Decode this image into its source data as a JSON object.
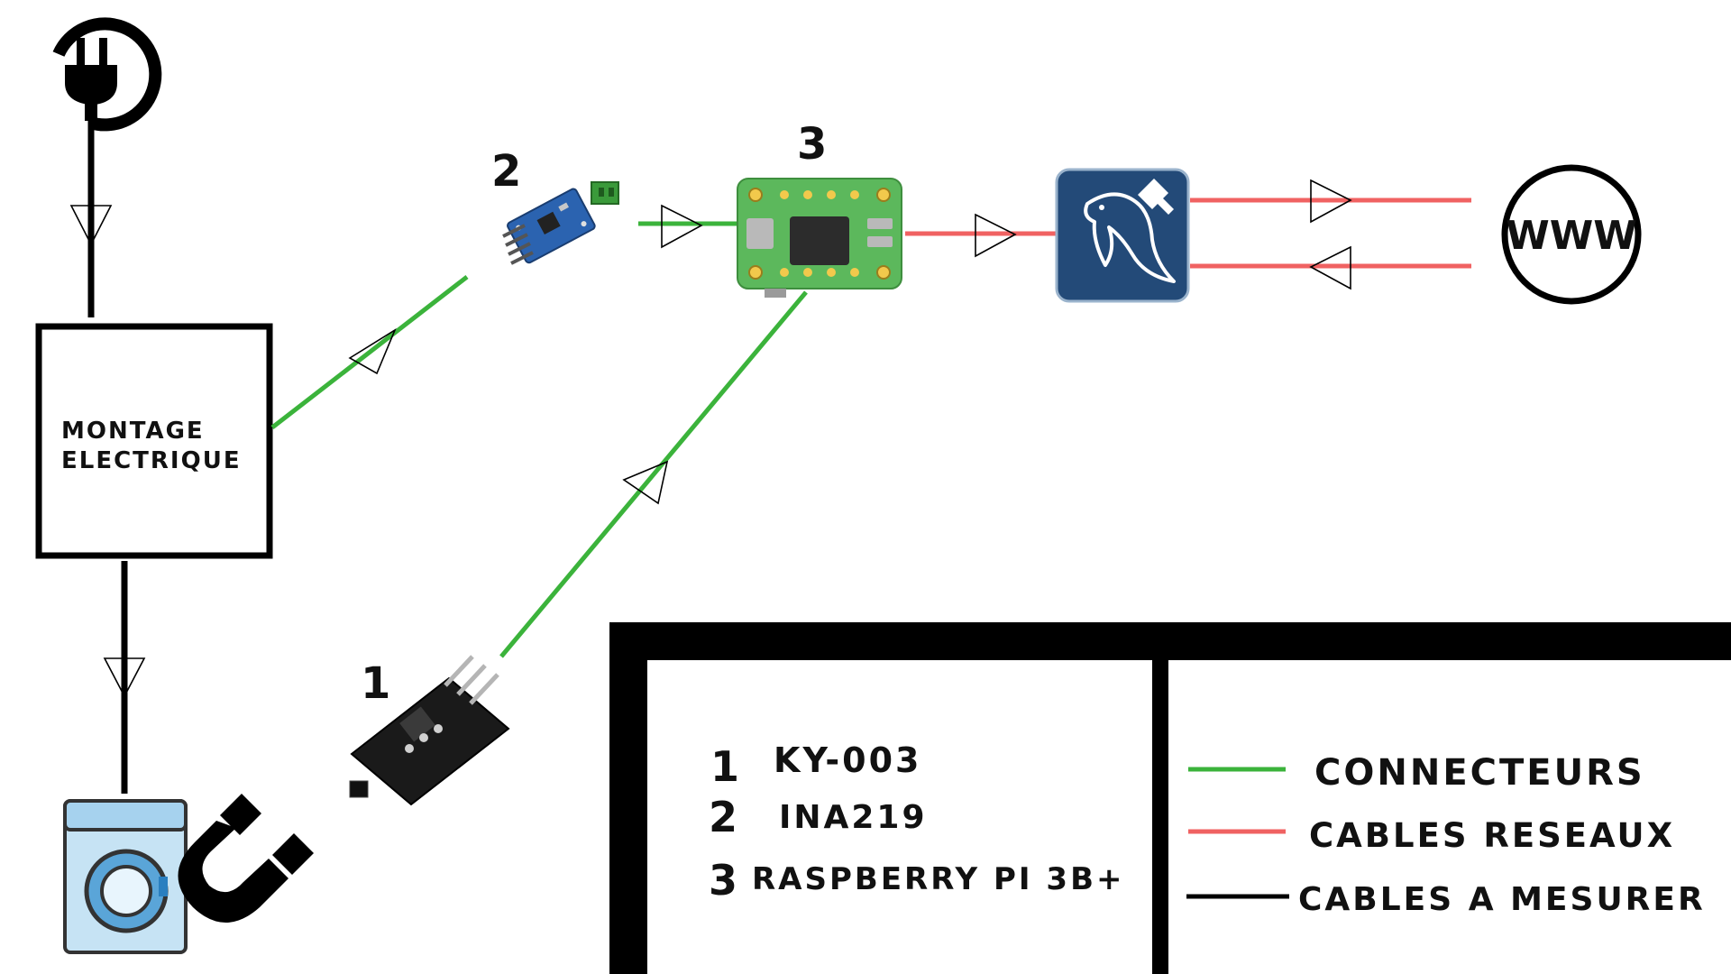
{
  "diagram": {
    "box_label_line1": "MONTAGE",
    "box_label_line2": "ELECTRIQUE",
    "www_label": "WWW",
    "component_numbers": {
      "ky003": "1",
      "ina219": "2",
      "raspberry": "3"
    },
    "legend_components": [
      {
        "number": "1",
        "name": "KY-003"
      },
      {
        "number": "2",
        "name": "INA219"
      },
      {
        "number": "3",
        "name": "RASPBERRY PI 3B+"
      }
    ],
    "legend_lines": [
      {
        "label": "CONNECTEURS",
        "color": "#3bb33b"
      },
      {
        "label": "CABLES RESEAUX",
        "color": "#f06262"
      },
      {
        "label": "CABLES A MESURER",
        "color": "#000000"
      }
    ],
    "colors": {
      "connector": "#3bb33b",
      "network": "#f06262",
      "measure": "#000000"
    },
    "icons": [
      "power-plug-icon",
      "ina219-board-icon",
      "raspberry-pi-board-icon",
      "mysql-icon",
      "www-globe-icon",
      "ky003-sensor-icon",
      "washing-machine-icon",
      "magnet-icon"
    ]
  }
}
